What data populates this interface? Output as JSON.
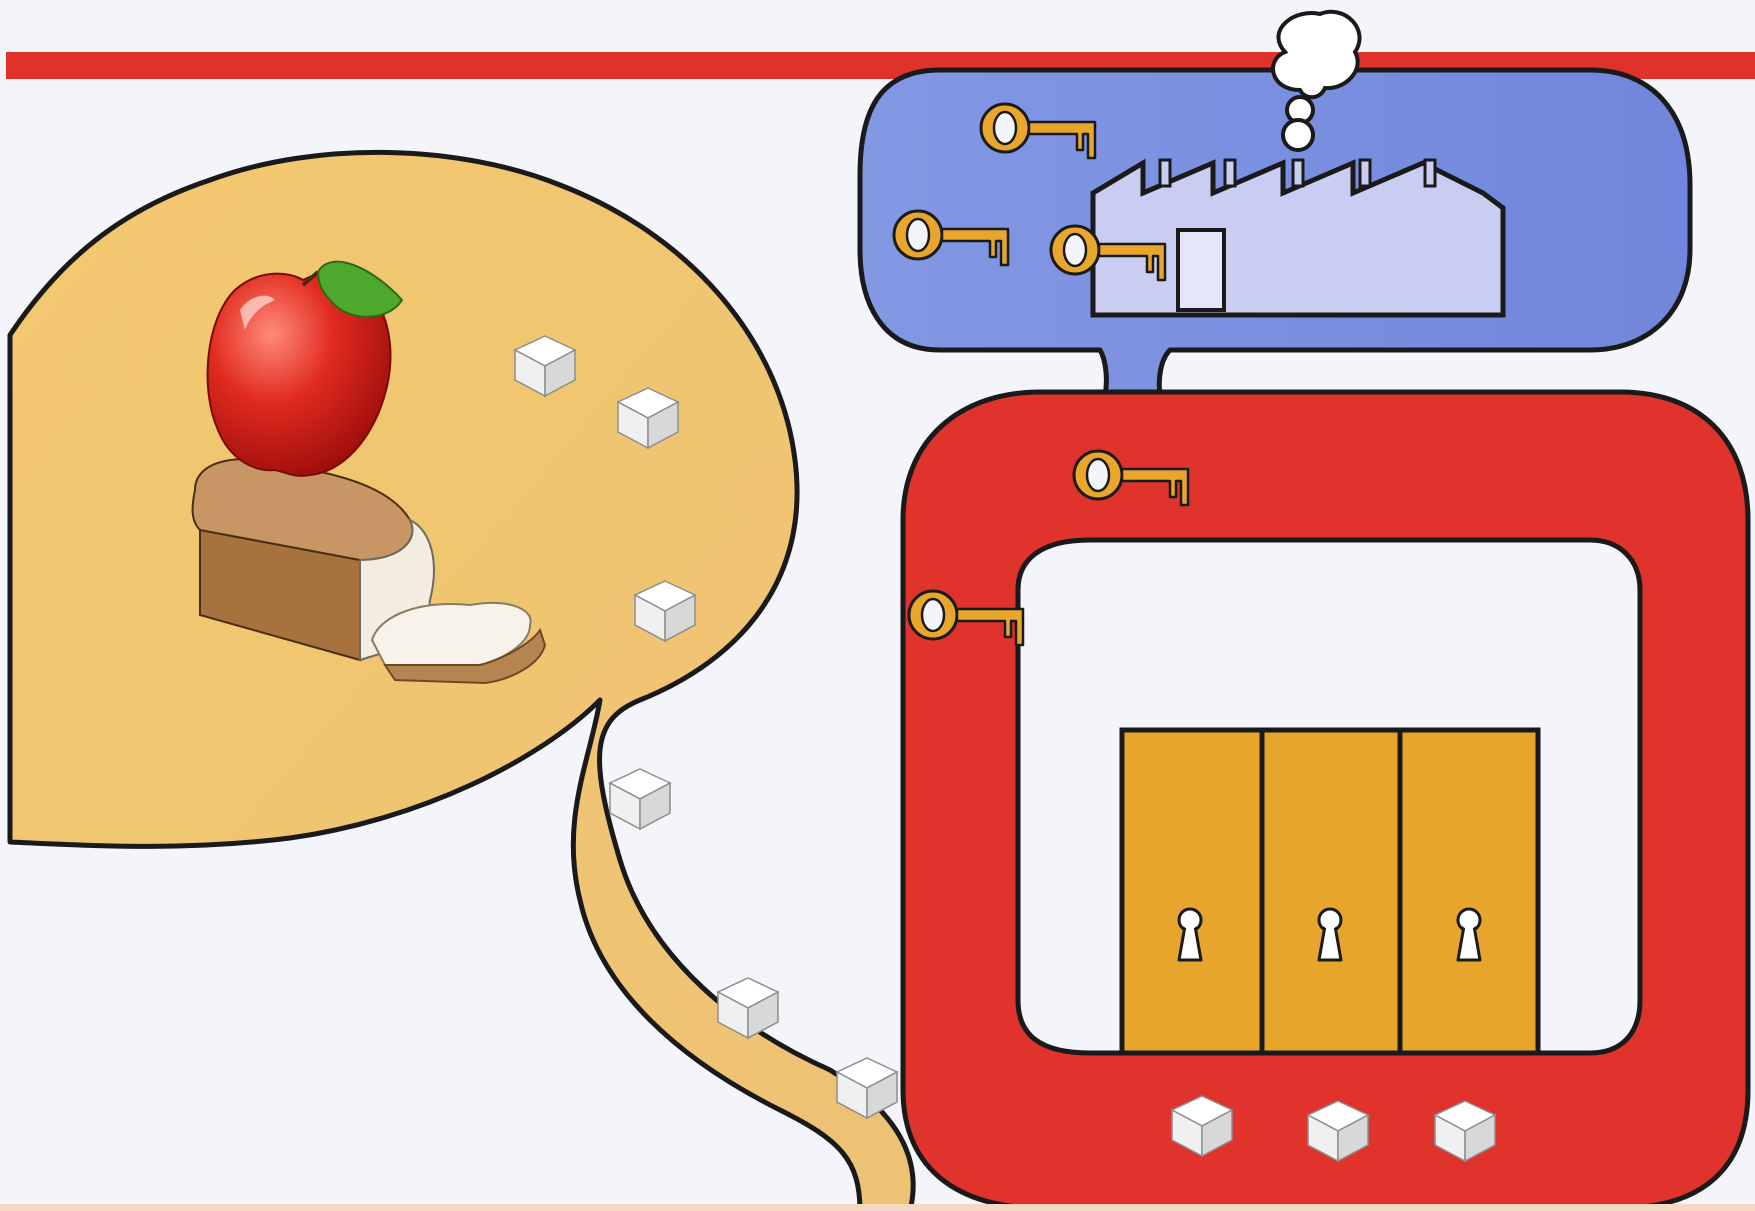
{
  "colors": {
    "background": "#f4f5fb",
    "top_bar": "#e0312a",
    "digestion_region": "#f0c46e",
    "cell_region": "#e0332b",
    "thought_bubble": "#7f93e0",
    "factory": "#c9cdf2",
    "key": "#e8a62c",
    "door": "#e8a52c",
    "sugar_cube": "#ffffff",
    "outline": "#1a1a1a"
  },
  "icons": {
    "apple": "apple-icon",
    "bread": "bread-loaf-icon",
    "sugar": "sugar-cube-icon",
    "key": "key-icon",
    "factory": "factory-icon",
    "door": "locked-door-icon"
  },
  "counts": {
    "sugar_cubes": 9,
    "keys": 5,
    "locked_doors": 3
  }
}
